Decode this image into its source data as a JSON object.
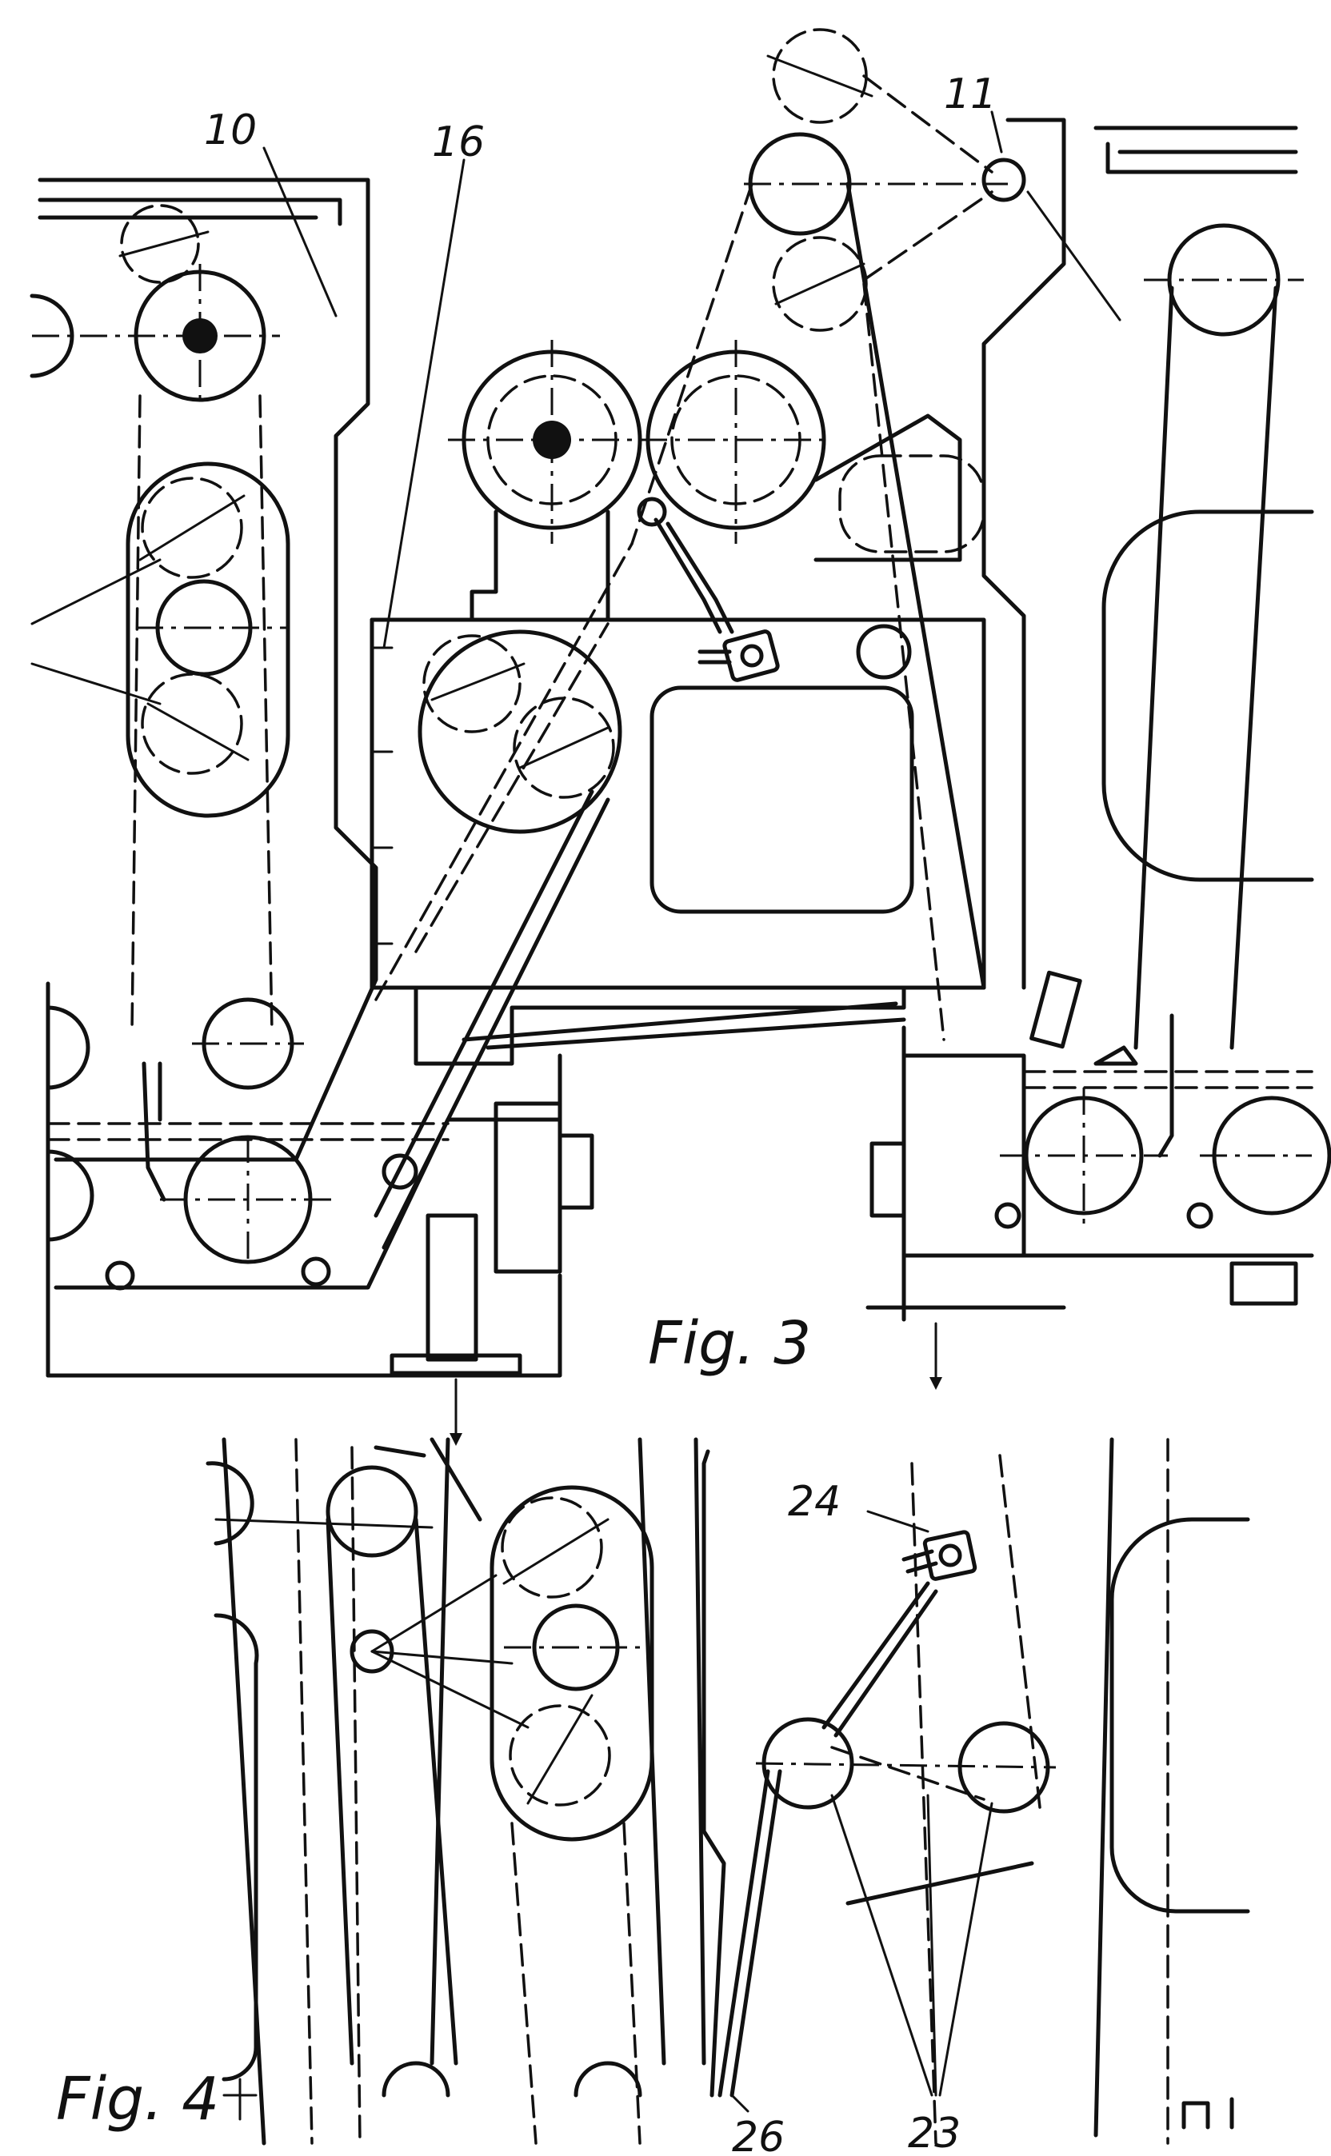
{
  "figures": {
    "fig3": {
      "caption": "Fig. 3"
    },
    "fig4": {
      "caption": "Fig. 4"
    }
  },
  "reference_numerals": {
    "r10": "10",
    "r16": "16",
    "r11": "11",
    "r24": "24",
    "r26": "26",
    "r23": "23"
  },
  "colors": {
    "ink": "#111111",
    "paper": "#ffffff"
  }
}
